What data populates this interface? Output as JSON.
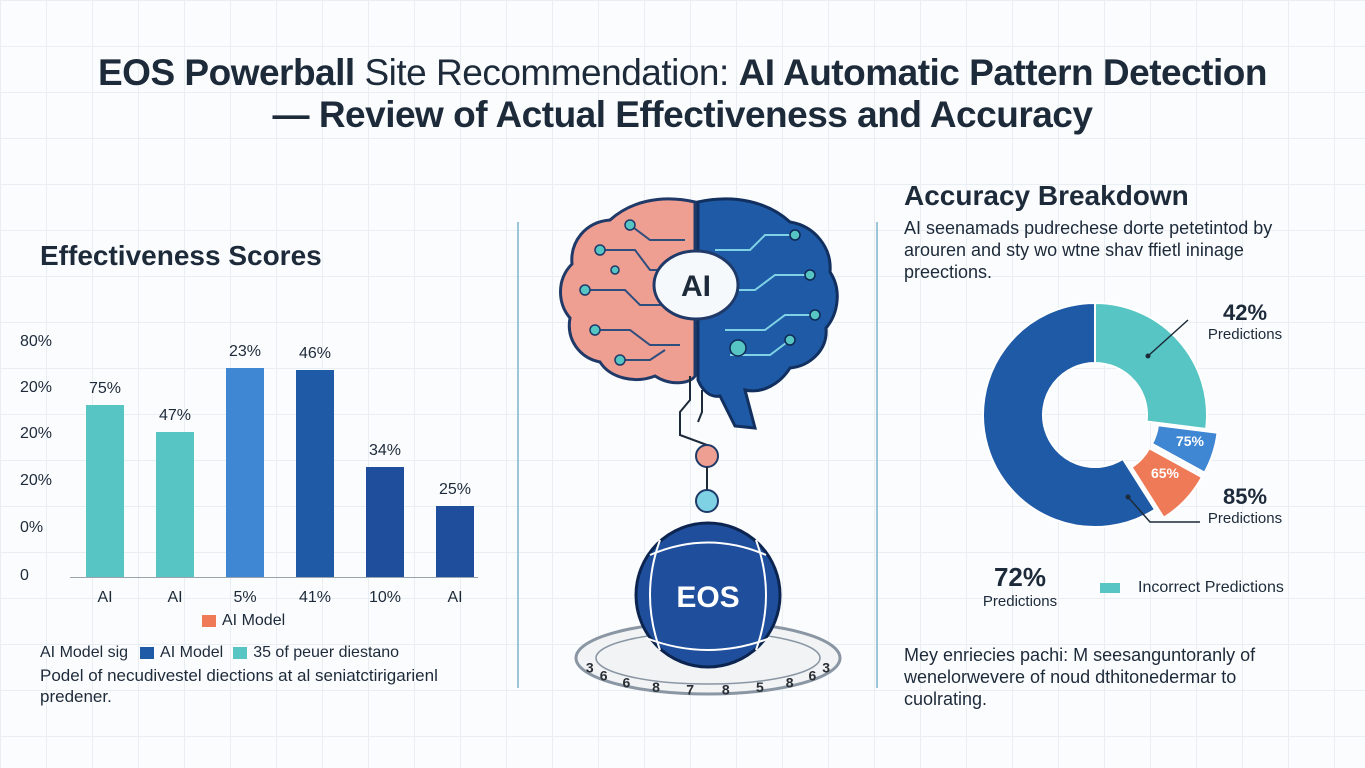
{
  "title": {
    "line1_bold_a": "EOS Powerball",
    "line1_light": " Site Recommendation: ",
    "line1_bold_b": "AI Automatic Pattern Detection",
    "line2": "— Review of Actual Effectiveness and Accuracy"
  },
  "left": {
    "heading": "Effectiveness Scores",
    "legend_line1": {
      "prefix": "AI Model sig",
      "mid": "AI Model",
      "tail": "35 of peuer diestano"
    },
    "legend_line2": "Podel of necudivestel diections at al seniatctirigarienl",
    "legend_line3": "predener."
  },
  "center": {
    "brain_label": "AI",
    "ball_label": "EOS",
    "wheel_numbers": [
      "3",
      "6",
      "6",
      "8",
      "7",
      "8",
      "5",
      "8",
      "6",
      "3"
    ]
  },
  "right": {
    "heading": "Accuracy Breakdown",
    "intro_line1": "AI seenamads pudrechese dorte petetintod by",
    "intro_line2": "arouren and sty wo wtne shav ffietl ininage",
    "intro_line3": "preections.",
    "footer_line1": "Mey enriecies pachi: M seesanguntoranly of",
    "footer_line2": "wenelorwevere of noud dthitonedermar to",
    "footer_line3": "cuolrating."
  },
  "colors": {
    "teal": "#56c5c3",
    "blue": "#1f5aa7",
    "mid_blue": "#3f86d3",
    "dark_blue": "#1f4f9c",
    "coral": "#ee7a57",
    "navy": "#12305f"
  },
  "chart_data": [
    {
      "type": "bar",
      "title": "Effectiveness Scores",
      "y_tick_labels": [
        "80%",
        "20%",
        "20%",
        "20%",
        "0%",
        "0"
      ],
      "categories": [
        "AI",
        "AI",
        "5%",
        "41%",
        "10%",
        "AI"
      ],
      "values": [
        75,
        47,
        23,
        46,
        34,
        25
      ],
      "value_labels": [
        "75%",
        "47%",
        "23%",
        "46%",
        "34%",
        "25%"
      ],
      "bar_heights_pct": [
        75,
        63,
        91,
        90,
        48,
        31
      ],
      "bar_colors": [
        "#56c5c3",
        "#56c5c3",
        "#3f86d3",
        "#1f5aa7",
        "#1f4f9c",
        "#1f4f9c"
      ],
      "legend": [
        {
          "label": "AI Model",
          "color": "#ee7a57"
        },
        {
          "label": "AI Model",
          "color": "#1f5aa7"
        },
        {
          "label": "35 of peuer diestano",
          "color": "#56c5c3"
        }
      ]
    },
    {
      "type": "pie",
      "title": "Accuracy Breakdown",
      "slices": [
        {
          "pct_label": "42%",
          "sub": "Predictions",
          "value": 27,
          "color": "#56c5c3"
        },
        {
          "pct_label": "75%",
          "sub": "",
          "value": 6,
          "color": "#3f86d3"
        },
        {
          "pct_label": "65%",
          "sub": "",
          "value": 8,
          "color": "#ee7a57"
        },
        {
          "pct_label": "85%",
          "sub": "Predictions",
          "value": 59,
          "color": "#1f5aa7"
        }
      ],
      "outside_label": {
        "pct": "72%",
        "sub": "Predictions"
      },
      "legend": [
        {
          "label": "Incorrect Predictions",
          "color": "#56c5c3"
        }
      ]
    }
  ]
}
